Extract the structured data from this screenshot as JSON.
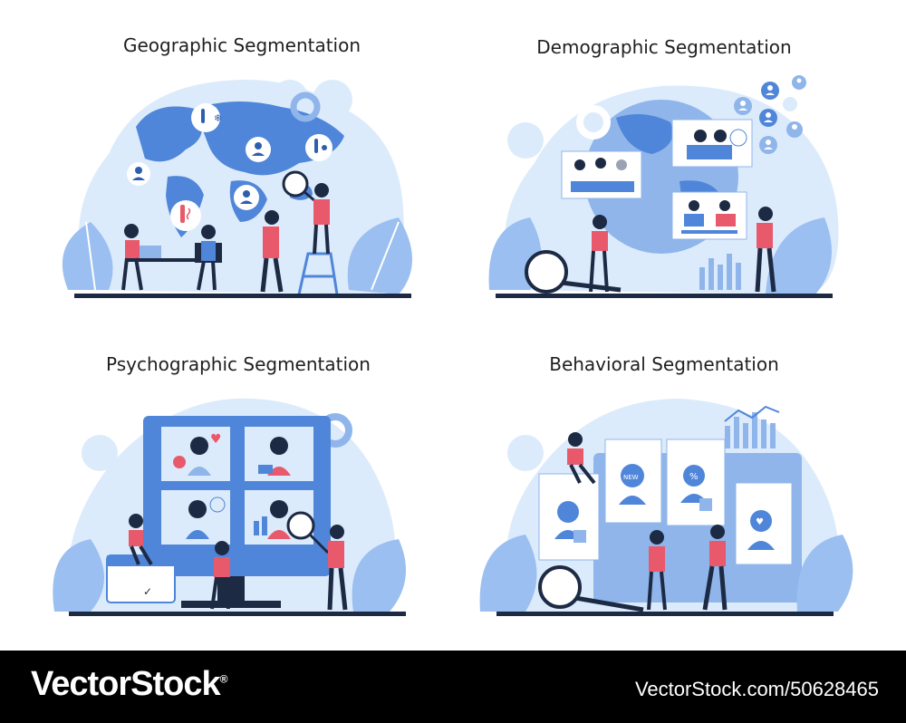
{
  "panels": {
    "geographic": {
      "title": "Geographic Segmentation"
    },
    "demographic": {
      "title": "Demographic Segmentation"
    },
    "psychographic": {
      "title": "Psychographic Segmentation"
    },
    "behavioral": {
      "title": "Behavioral Segmentation",
      "badge": "NEW"
    }
  },
  "footer": {
    "brand": "VectorStock",
    "registered_mark": "®",
    "url": "VectorStock.com/50628465"
  },
  "colors": {
    "light_blue": "#dcebfb",
    "mid_blue": "#8fb5ea",
    "blue": "#4f86d9",
    "dark_blue": "#2e5fae",
    "navy": "#1d2a44",
    "coral": "#e85a6b",
    "footer_bg": "#000000"
  }
}
